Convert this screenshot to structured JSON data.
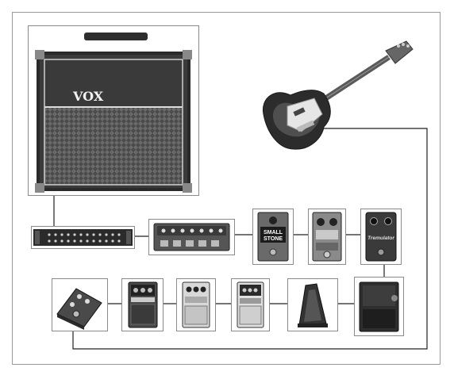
{
  "amp": {
    "brand": "VOX",
    "icon": "guitar-amplifier"
  },
  "guitar": {
    "icon": "electric-guitar"
  },
  "rack_unit": {
    "icon": "rack-equalizer"
  },
  "pedals": [
    {
      "id": "multi-effect",
      "icon": "multi-effect-unit"
    },
    {
      "id": "small-stone",
      "icon": "phaser-pedal",
      "label_line1": "SMALL",
      "label_line2": "STONE"
    },
    {
      "id": "dual-knob",
      "icon": "fuzz-pedal"
    },
    {
      "id": "tremulator",
      "icon": "tremolo-pedal",
      "label": "Tremulator"
    },
    {
      "id": "volume",
      "icon": "volume-pedal"
    },
    {
      "id": "wah",
      "icon": "wah-pedal"
    },
    {
      "id": "line-selector",
      "icon": "line-selector-pedal"
    },
    {
      "id": "boss-blue",
      "icon": "compact-pedal"
    },
    {
      "id": "boss-white",
      "icon": "compact-pedal"
    },
    {
      "id": "distortion",
      "icon": "distortion-pedal"
    }
  ],
  "colors": {
    "line": "#222222",
    "border": "#8a8a8a"
  }
}
